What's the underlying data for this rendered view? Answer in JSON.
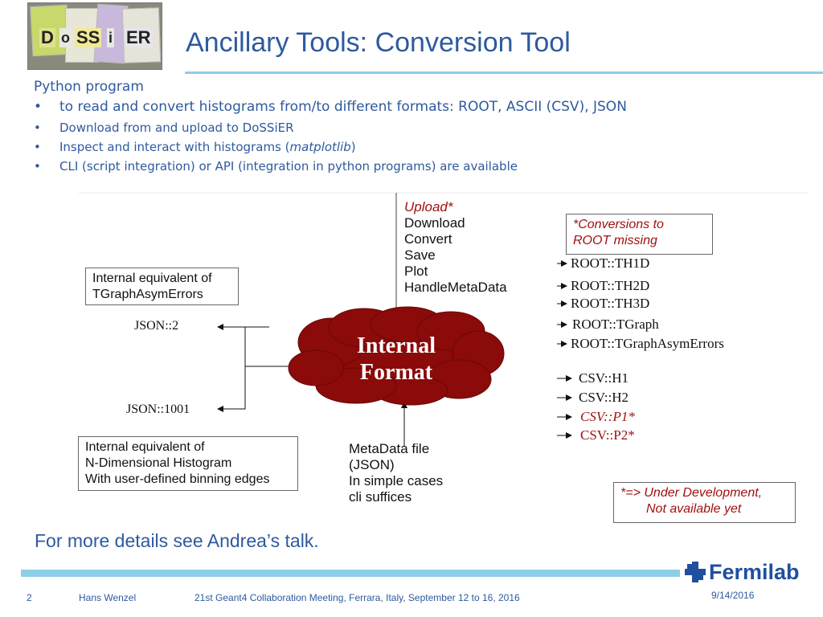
{
  "logo": {
    "letters": [
      "D",
      "o",
      "SS",
      "i",
      "ER"
    ]
  },
  "title": "Ancillary Tools: Conversion Tool",
  "bullets": {
    "heading": "Python program",
    "items": [
      {
        "pre": "to read and convert histograms from/to different formats: ROOT, ASCII (CSV), JSON"
      },
      {
        "pre": "Download from and upload to DoSSiER"
      },
      {
        "pre": "Inspect and interact with histograms (",
        "em": "matplotlib",
        "post": ")"
      },
      {
        "pre": "CLI (script integration) or API (integration in python programs) are available"
      }
    ]
  },
  "diagram": {
    "operations": {
      "upload": "Upload*",
      "rest": [
        "Download",
        "Convert",
        "Save",
        "Plot",
        "HandleMetaData"
      ]
    },
    "conversions_note": [
      "*Conversions to",
      "ROOT missing"
    ],
    "tgraph_box": [
      "Internal equivalent of",
      "TGraphAsymErrors"
    ],
    "json_items": [
      "JSON::2",
      "JSON::1001"
    ],
    "ndim_box": [
      "Internal equivalent of",
      "N-Dimensional Histogram",
      "With user-defined binning edges"
    ],
    "cloud": [
      "Internal",
      "Format"
    ],
    "root_items": [
      "ROOT::TH1D",
      "ROOT::TH2D",
      "ROOT::TH3D",
      "ROOT::TGraph",
      "ROOT::TGraphAsymErrors"
    ],
    "csv_items": [
      {
        "label": "CSV::H1",
        "dev": false
      },
      {
        "label": "CSV::H2",
        "dev": false
      },
      {
        "label": "CSV::P1*",
        "dev": true
      },
      {
        "label": "CSV::P2*",
        "dev": true
      }
    ],
    "metadata": [
      "MetaData file",
      "(JSON)",
      "In simple cases",
      "cli suffices"
    ],
    "dev_note": [
      "*=> Under Development,",
      "Not available yet"
    ]
  },
  "more_details": "For more details see Andrea’s talk.",
  "footer": {
    "page": "2",
    "author": "Hans Wenzel",
    "event": "21st Geant4 Collaboration Meeting, Ferrara, Italy, September 12 to 16, 2016",
    "date": "9/14/2016",
    "brand": "Fermilab"
  },
  "colors": {
    "title": "#2e5a9e",
    "accent_rule": "#8ccfe8",
    "cloud": "#8b0a0a",
    "dev_text": "#a01010",
    "brand": "#1f4f9e"
  }
}
